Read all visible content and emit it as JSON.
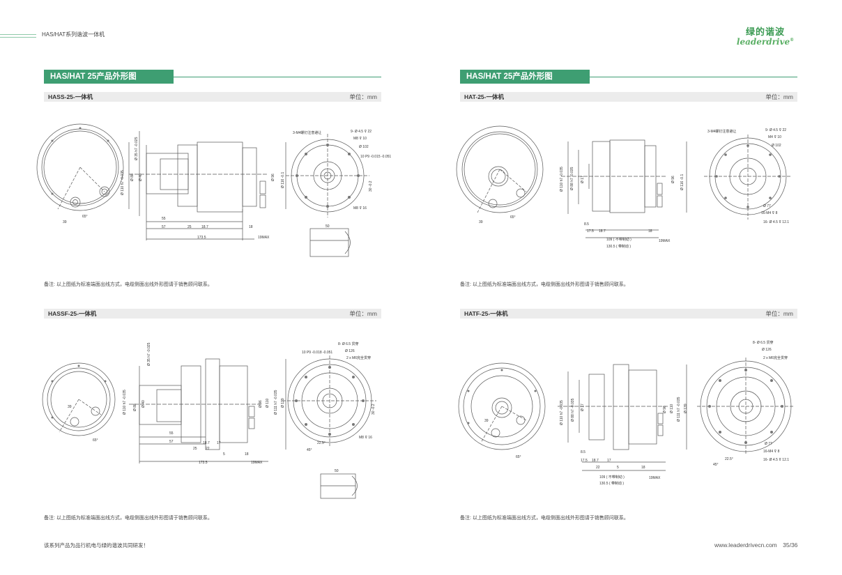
{
  "header": {
    "running_title": "HAS/HAT系列谐波一体机",
    "logo_cn": "绿的谐波",
    "logo_en": "leaderdrive",
    "logo_reg": "®"
  },
  "sections": [
    {
      "title": "HAS/HAT 25产品外形图"
    },
    {
      "title": "HAS/HAT 25产品外形图"
    }
  ],
  "drawings": [
    {
      "model": "HASS-25-一体机",
      "unit": "单位：mm",
      "note": "备注: 以上图纸为标准端面出线方式，电缆侧面出线外形图请于销售顾问联系。"
    },
    {
      "model": "HAT-25-一体机",
      "unit": "单位：mm",
      "note": "备注: 以上图纸为标准端面出线方式，电缆侧面出线外形图请于销售顾问联系。"
    },
    {
      "model": "HASSF-25-一体机",
      "unit": "单位：mm",
      "note": "备注: 以上图纸为标准端面出线方式，电缆侧面出线外形图请于销售顾问联系。"
    },
    {
      "model": "HATF-25-一体机",
      "unit": "单位：mm",
      "note": "备注: 以上图纸为标准端面出线方式，电缆侧面出线外形图请于销售顾问联系。"
    }
  ],
  "dims": {
    "a": {
      "d35": "Ø 35 h7 -0.025",
      "d110": "Ø 110 h7 -0.035",
      "d88": "Ø 88",
      "d40": "Ø 40",
      "d96": "Ø 96",
      "d116": "Ø 116 -0.1",
      "a65": "65°",
      "a39": "39",
      "l55": "55",
      "l57": "57",
      "l25": "25",
      "l18_7": "18.7",
      "l18": "18",
      "l173": "173.5",
      "l19max": "19MAX",
      "l50": "50",
      "m4": "3-M4螺钉注意避让",
      "h9": "9- Ø 4.5 ⊽ 22",
      "m8_10": "M8 ⊽ 10",
      "d102": "Ø 102",
      "p10": "10 P9 -0.015 -0.051",
      "l30": "30 -0.2",
      "m8_16": "M8 ⊽ 16"
    },
    "b": {
      "d110": "Ø 110 h7 -0.035",
      "d88": "Ø 88 h7 -0.035",
      "d17": "Ø 17",
      "d96": "Ø 96",
      "d116": "Ø 116 -0.1",
      "a65": "65°",
      "a39": "39",
      "l8_5": "8.5",
      "l17_5": "17.5",
      "l18_7": "18.7",
      "l18": "18",
      "l109": "109 ( 不带制动 )",
      "l130": "130.5 ( 带制动 )",
      "l19max": "19MAX",
      "m4": "3-M4螺钉注意避让",
      "h9": "9- Ø 4.5 ⊽ 22",
      "m8_10": "M4 ⊽ 10",
      "d102": "Ø 102",
      "d77": "Ø 77",
      "m4_8": "16-M4 ⊽ 8",
      "h16": "16- Ø 4.5 ⊽ 12.1"
    },
    "c": {
      "d35": "Ø 35 h7 -0.025",
      "d110": "Ø 110 h7 -0.035",
      "d88": "Ø 88",
      "d40": "Ø 40",
      "d96": "Ø 96",
      "d110b": "Ø 110",
      "d111": "Ø 111 h7 -0.035",
      "d139": "Ø 139",
      "a65": "65°",
      "a39": "39",
      "l55": "55",
      "l57": "57",
      "l25": "25",
      "l18_7": "18.7",
      "l22": "22",
      "l17": "17",
      "l5": "5",
      "l18": "18",
      "l173": "173.5",
      "l19max": "19MAX",
      "l50": "50",
      "p10": "10 P9 -0.018 -0.051",
      "h8": "8- Ø 6.5 贯穿",
      "d126": "Ø 126",
      "m6": "2 x M6完全贯穿",
      "l30": "30 -0.2",
      "m8_16": "M8 ⊽ 16",
      "a22": "22.5°",
      "a45": "45°"
    },
    "d": {
      "d110": "Ø 110 h7 -0.035",
      "d88": "Ø 88 h7 -0.035",
      "d17": "Ø 17",
      "d96": "Ø 96",
      "d110b": "Ø 110",
      "d111": "Ø 111 h7 -0.035",
      "d139": "Ø 139",
      "a65": "65°",
      "a39": "39",
      "l8_5": "8.5",
      "l17_5": "17.5",
      "l18_7": "18.7",
      "l17": "17",
      "l22": "22",
      "l5": "5",
      "l18": "18",
      "l109": "109 ( 不带制动 )",
      "l130": "130.5 ( 带制动 )",
      "l19max": "19MAX",
      "h8": "8- Ø 6.5 贯穿",
      "d126": "Ø 126",
      "m6": "2 x M6完全贯穿",
      "d77": "Ø 77",
      "m4_8": "16-M4 ⊽ 8",
      "h16": "16- Ø 4.5 ⊽ 12.1",
      "a22": "22.5°",
      "a45": "45°"
    }
  },
  "footer": {
    "left": "该系列产品为品行机电与绿的谐波共同研发！",
    "url": "www.leaderdrivecn.com",
    "page": "35/36"
  }
}
